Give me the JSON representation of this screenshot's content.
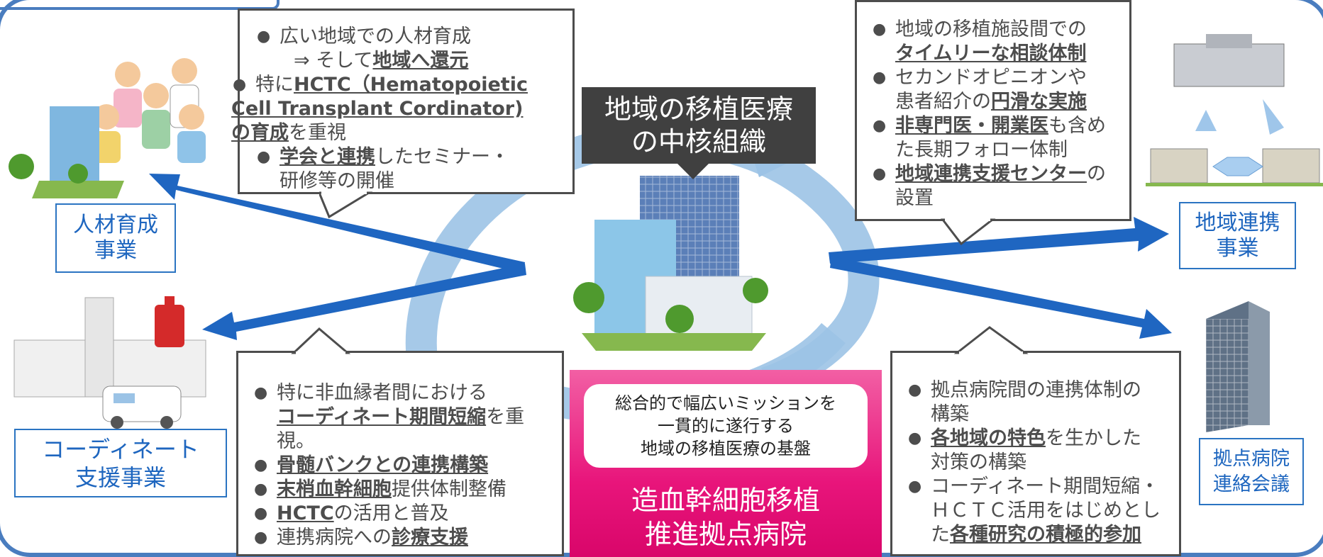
{
  "core": {
    "line1": "地域の移植医療",
    "line2": "の中核組織"
  },
  "foundation": {
    "line1": "総合的で幅広いミッションを",
    "line2": "一貫的に遂行する",
    "line3": "地域の移植医療の基盤",
    "hospital1": "造血幹細胞移植",
    "hospital2": "推進拠点病院"
  },
  "labels": {
    "jinzai": [
      "人材育成",
      "事業"
    ],
    "coordinate": [
      "コーディネート",
      "支援事業"
    ],
    "chiiki": [
      "地域連携",
      "事業"
    ],
    "kyoten": [
      "拠点病院",
      "連絡会議"
    ]
  },
  "box_tl": {
    "b1": {
      "t1": "広い地域での人材育成",
      "t2": "⇒ そして",
      "t3": "地域へ還元"
    },
    "b2": {
      "t1": "特に",
      "t2": "HCTC（Hematopoietic",
      "t3": "Cell Transplant Cordinator)",
      "t4": "の育成",
      "t5": "を重視"
    },
    "b3": {
      "t1": "学会と連携",
      "t2": "したセミナー・",
      "t3": "研修等の開催"
    }
  },
  "box_tr": {
    "b1": {
      "t1": "地域の移植施設間での",
      "t2": "タイムリーな相談体制"
    },
    "b2": {
      "t1": "セカンドオピニオンや",
      "t2": "患者紹介の",
      "t3": "円滑な実施"
    },
    "b3": {
      "t1": "非専門医・開業医",
      "t2": "も含め",
      "t3": "た長期フォロー体制"
    },
    "b4": {
      "t1": "地域連携支援センター",
      "t2": "の",
      "t3": "設置"
    }
  },
  "box_bl": {
    "b1": {
      "t1": "特に非血縁者間における",
      "t2": "コーディネート期間短縮",
      "t3": "を重視。"
    },
    "b2": {
      "t1": "骨髄バンクとの連携構築"
    },
    "b3": {
      "t1": "末梢血幹細胞",
      "t2": "提供体制整備"
    },
    "b4": {
      "t1": "HCTC",
      "t2": "の活用と普及"
    },
    "b5": {
      "t1": "連携病院への",
      "t2": "診療支援"
    }
  },
  "box_br": {
    "b1": {
      "t1": "拠点病院間の連携体制の",
      "t2": "構築"
    },
    "b2": {
      "t1": "各地域の特色",
      "t2": "を生かした",
      "t3": "対策の構築"
    },
    "b3": {
      "t1": "コーディネート期間短縮・",
      "t2": "ＨＣＴＣ活用をはじめとし",
      "t3": "た",
      "t4": "各種研究の積極的参加"
    }
  },
  "colors": {
    "arrow": "#1f66c1",
    "swirl": "#9cc3e6",
    "label_border": "#2b74c2",
    "pink": "#e8157b",
    "core_bg": "#404040"
  }
}
